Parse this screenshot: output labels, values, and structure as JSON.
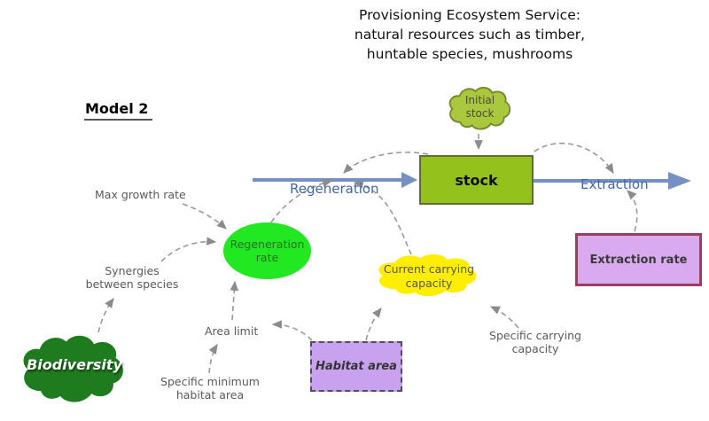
{
  "title": "Provisioning Ecosystem Service:\nnatural resources such as timber,\nhuntable species, mushrooms",
  "model_label": "Model 2",
  "flows": {
    "inflow_label": "Regeneration",
    "outflow_label": "Extraction"
  },
  "nodes": {
    "stock": "stock",
    "initial_stock": "Initial\nstock",
    "regeneration_rate": "Regeneration\nrate",
    "current_carrying_capacity": "Current carrying\ncapacity",
    "extraction_rate": "Extraction rate",
    "habitat_area": "Habitat area",
    "biodiversity": "Biodiversity"
  },
  "variables": {
    "max_growth_rate": "Max growth rate",
    "synergies": "Synergies\nbetween species",
    "area_limit": "Area limit",
    "specific_minimum_habitat_area": "Specific minimum\nhabitat area",
    "specific_carrying_capacity": "Specific carrying\ncapacity"
  },
  "colors": {
    "stock_fill": "#94c11b",
    "stock_border": "#5f6f33",
    "initial_cloud_fill": "#a9c83e",
    "initial_cloud_border": "#75862c",
    "regeneration_ellipse_fill": "#22e822",
    "capacity_cloud_fill": "#ffee00",
    "extraction_rate_fill": "#d9aaf0",
    "extraction_rate_border": "#9c3f5c",
    "habitat_fill": "#c8a2ee",
    "biodiversity_fill": "#1e7c1e",
    "flow_blue": "#7590c5",
    "flow_label_blue": "#4066ae",
    "connector_gray": "#999999"
  }
}
